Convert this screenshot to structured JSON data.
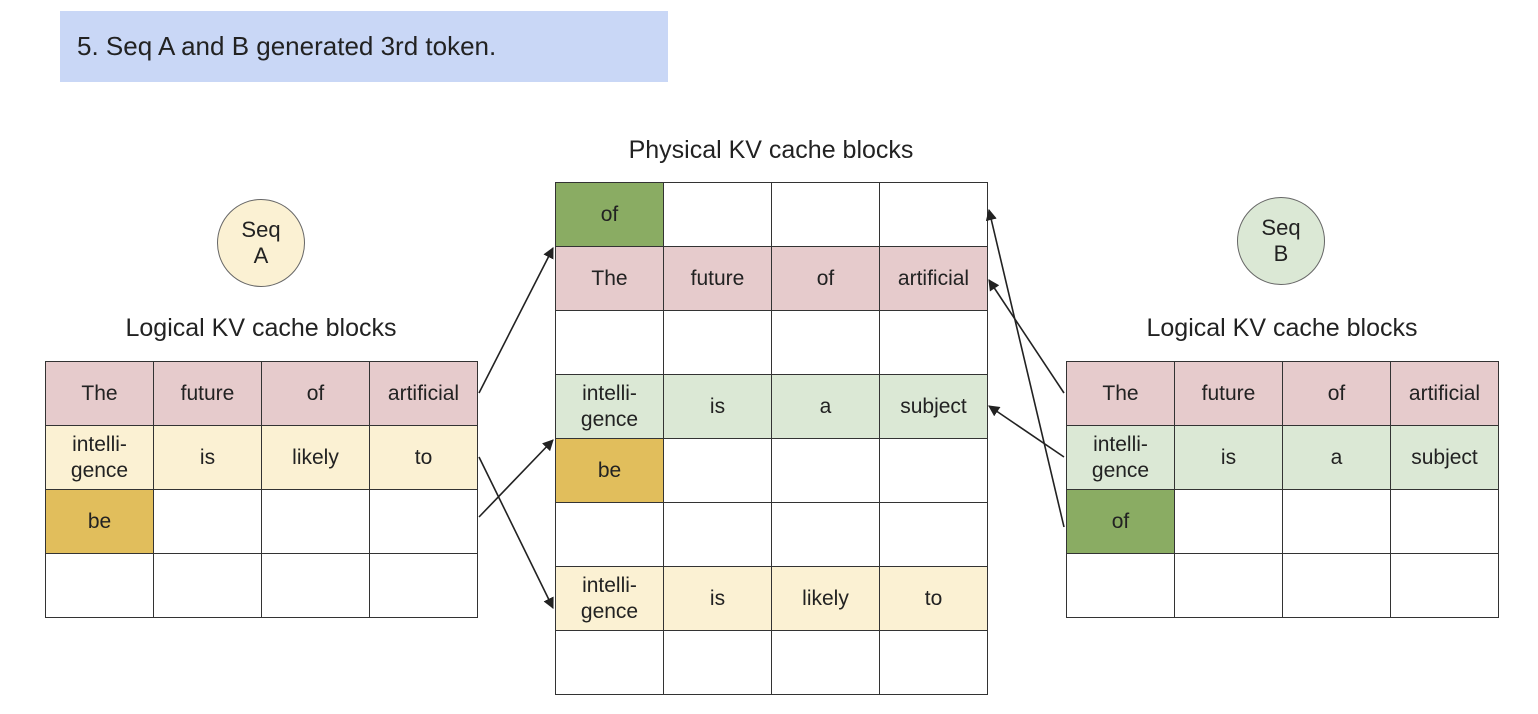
{
  "banner": {
    "text": "5. Seq A and B generated 3rd token."
  },
  "physical": {
    "title": "Physical KV cache blocks",
    "rows": [
      [
        {
          "t": "of",
          "c": "green"
        },
        {
          "t": "",
          "c": "empty"
        },
        {
          "t": "",
          "c": "empty"
        },
        {
          "t": "",
          "c": "empty"
        }
      ],
      [
        {
          "t": "The",
          "c": "pink"
        },
        {
          "t": "future",
          "c": "pink"
        },
        {
          "t": "of",
          "c": "pink"
        },
        {
          "t": "artificial",
          "c": "pink"
        }
      ],
      [
        {
          "t": "",
          "c": "empty"
        },
        {
          "t": "",
          "c": "empty"
        },
        {
          "t": "",
          "c": "empty"
        },
        {
          "t": "",
          "c": "empty"
        }
      ],
      [
        {
          "t": "intelli-\ngence",
          "c": "sage"
        },
        {
          "t": "is",
          "c": "sage"
        },
        {
          "t": "a",
          "c": "sage"
        },
        {
          "t": "subject",
          "c": "sage"
        }
      ],
      [
        {
          "t": "be",
          "c": "gold"
        },
        {
          "t": "",
          "c": "empty"
        },
        {
          "t": "",
          "c": "empty"
        },
        {
          "t": "",
          "c": "empty"
        }
      ],
      [
        {
          "t": "",
          "c": "empty"
        },
        {
          "t": "",
          "c": "empty"
        },
        {
          "t": "",
          "c": "empty"
        },
        {
          "t": "",
          "c": "empty"
        }
      ],
      [
        {
          "t": "intelli-\ngence",
          "c": "cream"
        },
        {
          "t": "is",
          "c": "cream"
        },
        {
          "t": "likely",
          "c": "cream"
        },
        {
          "t": "to",
          "c": "cream"
        }
      ],
      [
        {
          "t": "",
          "c": "empty"
        },
        {
          "t": "",
          "c": "empty"
        },
        {
          "t": "",
          "c": "empty"
        },
        {
          "t": "",
          "c": "empty"
        }
      ]
    ]
  },
  "seq_a": {
    "circle": "Seq\nA",
    "title": "Logical KV cache blocks",
    "rows": [
      [
        {
          "t": "The",
          "c": "pink"
        },
        {
          "t": "future",
          "c": "pink"
        },
        {
          "t": "of",
          "c": "pink"
        },
        {
          "t": "artificial",
          "c": "pink"
        }
      ],
      [
        {
          "t": "intelli-\ngence",
          "c": "cream"
        },
        {
          "t": "is",
          "c": "cream"
        },
        {
          "t": "likely",
          "c": "cream"
        },
        {
          "t": "to",
          "c": "cream"
        }
      ],
      [
        {
          "t": "be",
          "c": "gold"
        },
        {
          "t": "",
          "c": "empty"
        },
        {
          "t": "",
          "c": "empty"
        },
        {
          "t": "",
          "c": "empty"
        }
      ],
      [
        {
          "t": "",
          "c": "empty"
        },
        {
          "t": "",
          "c": "empty"
        },
        {
          "t": "",
          "c": "empty"
        },
        {
          "t": "",
          "c": "empty"
        }
      ]
    ]
  },
  "seq_b": {
    "circle": "Seq\nB",
    "title": "Logical KV cache blocks",
    "rows": [
      [
        {
          "t": "The",
          "c": "pink"
        },
        {
          "t": "future",
          "c": "pink"
        },
        {
          "t": "of",
          "c": "pink"
        },
        {
          "t": "artificial",
          "c": "pink"
        }
      ],
      [
        {
          "t": "intelli-\ngence",
          "c": "sage"
        },
        {
          "t": "is",
          "c": "sage"
        },
        {
          "t": "a",
          "c": "sage"
        },
        {
          "t": "subject",
          "c": "sage"
        }
      ],
      [
        {
          "t": "of",
          "c": "green"
        },
        {
          "t": "",
          "c": "empty"
        },
        {
          "t": "",
          "c": "empty"
        },
        {
          "t": "",
          "c": "empty"
        }
      ],
      [
        {
          "t": "",
          "c": "empty"
        },
        {
          "t": "",
          "c": "empty"
        },
        {
          "t": "",
          "c": "empty"
        },
        {
          "t": "",
          "c": "empty"
        }
      ]
    ]
  },
  "colors": {
    "pink": "#e6cbcc",
    "cream": "#fbf1d3",
    "gold": "#e1be5c",
    "sage": "#dbe8d5",
    "green": "#8aac63",
    "banner": "#c9d7f6",
    "seq_a_circle": "#fbf1d3",
    "seq_b_circle": "#dbe8d5"
  },
  "mappings": {
    "seq_a": [
      {
        "logical_block": 0,
        "physical_block": 1
      },
      {
        "logical_block": 1,
        "physical_block": 6
      },
      {
        "logical_block": 2,
        "physical_block": 4
      }
    ],
    "seq_b": [
      {
        "logical_block": 0,
        "physical_block": 1
      },
      {
        "logical_block": 1,
        "physical_block": 3
      },
      {
        "logical_block": 2,
        "physical_block": 0
      }
    ]
  }
}
